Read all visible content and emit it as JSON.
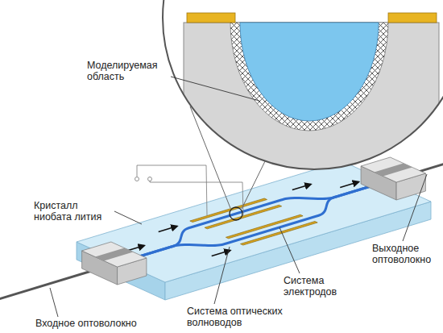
{
  "diagram": {
    "labels": [
      "Моделируемая область",
      "Кристалл ниобата лития",
      "Выходное оптоволокно",
      "Система электродов",
      "Система оптических волноводов",
      "Входное оптоволокно"
    ]
  }
}
